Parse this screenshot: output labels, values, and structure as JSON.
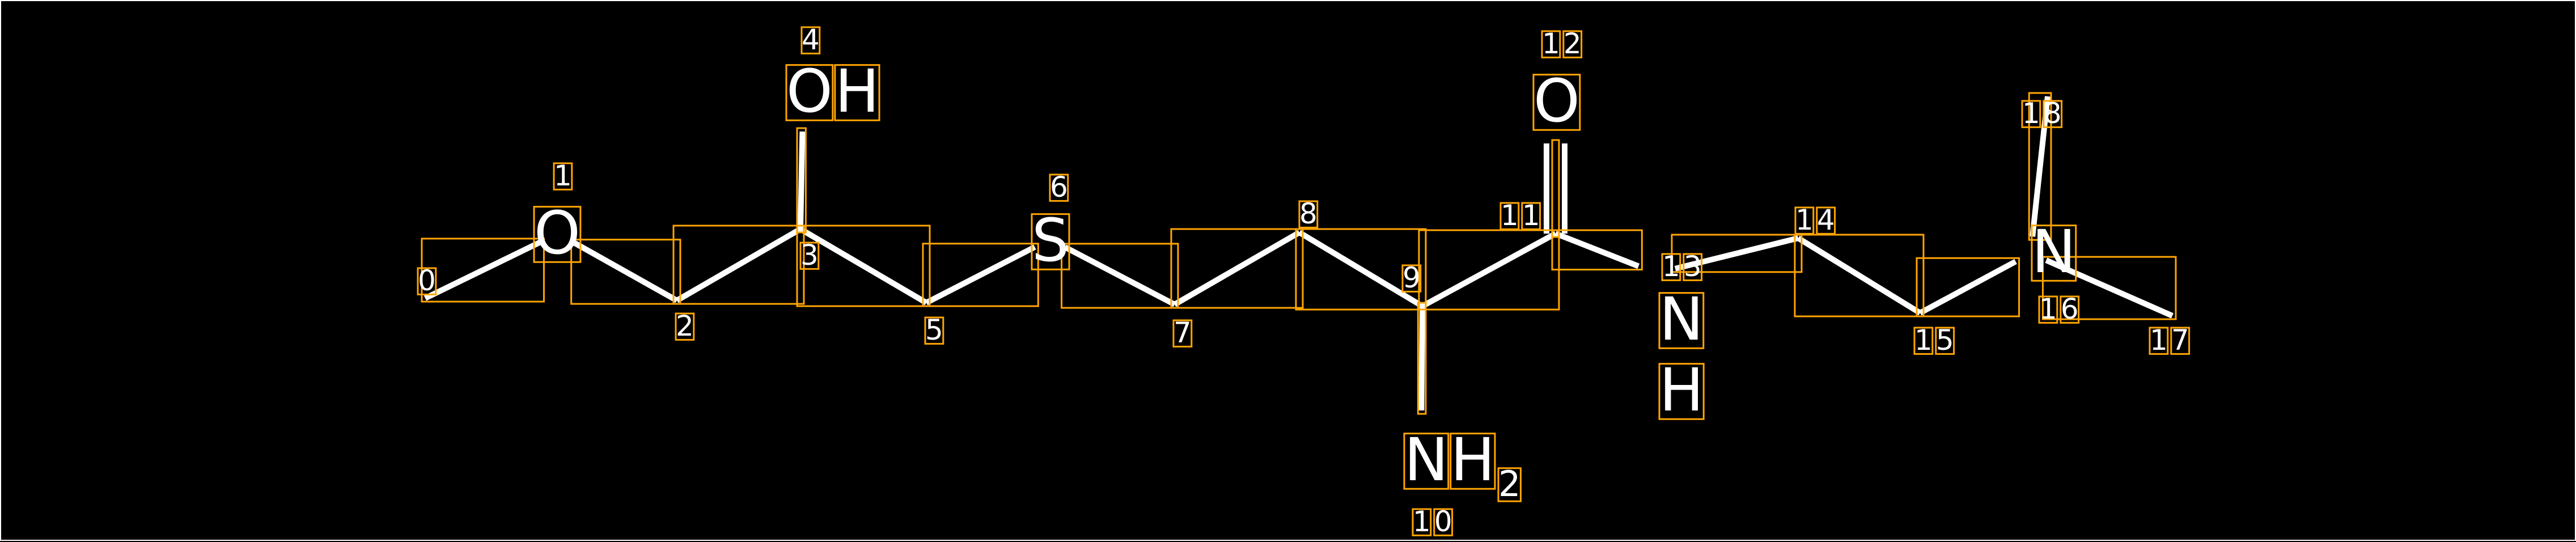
{
  "molecule": {
    "atoms": [
      {
        "index": "0",
        "symbol": ""
      },
      {
        "index": "1",
        "symbol": "O"
      },
      {
        "index": "2",
        "symbol": ""
      },
      {
        "index": "3",
        "symbol": ""
      },
      {
        "index": "4",
        "symbol": "OH"
      },
      {
        "index": "5",
        "symbol": ""
      },
      {
        "index": "6",
        "symbol": "S"
      },
      {
        "index": "7",
        "symbol": ""
      },
      {
        "index": "8",
        "symbol": ""
      },
      {
        "index": "9",
        "symbol": ""
      },
      {
        "index": "10",
        "symbol": "NH",
        "subscript": "2"
      },
      {
        "index": "11",
        "symbol": ""
      },
      {
        "index": "12",
        "symbol": "O"
      },
      {
        "index": "13",
        "symbol": "N",
        "below": "H"
      },
      {
        "index": "14",
        "symbol": ""
      },
      {
        "index": "15",
        "symbol": ""
      },
      {
        "index": "16",
        "symbol": "N"
      },
      {
        "index": "17",
        "symbol": ""
      },
      {
        "index": "18",
        "symbol": ""
      }
    ],
    "bonds": [
      {
        "a": 0,
        "b": 1,
        "order": 1
      },
      {
        "a": 1,
        "b": 2,
        "order": 1
      },
      {
        "a": 2,
        "b": 3,
        "order": 1
      },
      {
        "a": 3,
        "b": 4,
        "order": 1
      },
      {
        "a": 3,
        "b": 5,
        "order": 1
      },
      {
        "a": 5,
        "b": 6,
        "order": 1
      },
      {
        "a": 6,
        "b": 7,
        "order": 1
      },
      {
        "a": 7,
        "b": 8,
        "order": 1
      },
      {
        "a": 8,
        "b": 9,
        "order": 1
      },
      {
        "a": 9,
        "b": 10,
        "order": 1
      },
      {
        "a": 9,
        "b": 11,
        "order": 1
      },
      {
        "a": 11,
        "b": 12,
        "order": 2
      },
      {
        "a": 11,
        "b": 13,
        "order": 1
      },
      {
        "a": 13,
        "b": 14,
        "order": 1
      },
      {
        "a": 14,
        "b": 15,
        "order": 1
      },
      {
        "a": 15,
        "b": 16,
        "order": 1
      },
      {
        "a": 16,
        "b": 17,
        "order": 1
      },
      {
        "a": 16,
        "b": 18,
        "order": 1
      }
    ],
    "colors": {
      "background": "#000000",
      "bond": "#ffffff",
      "box": "#ffa500"
    }
  }
}
